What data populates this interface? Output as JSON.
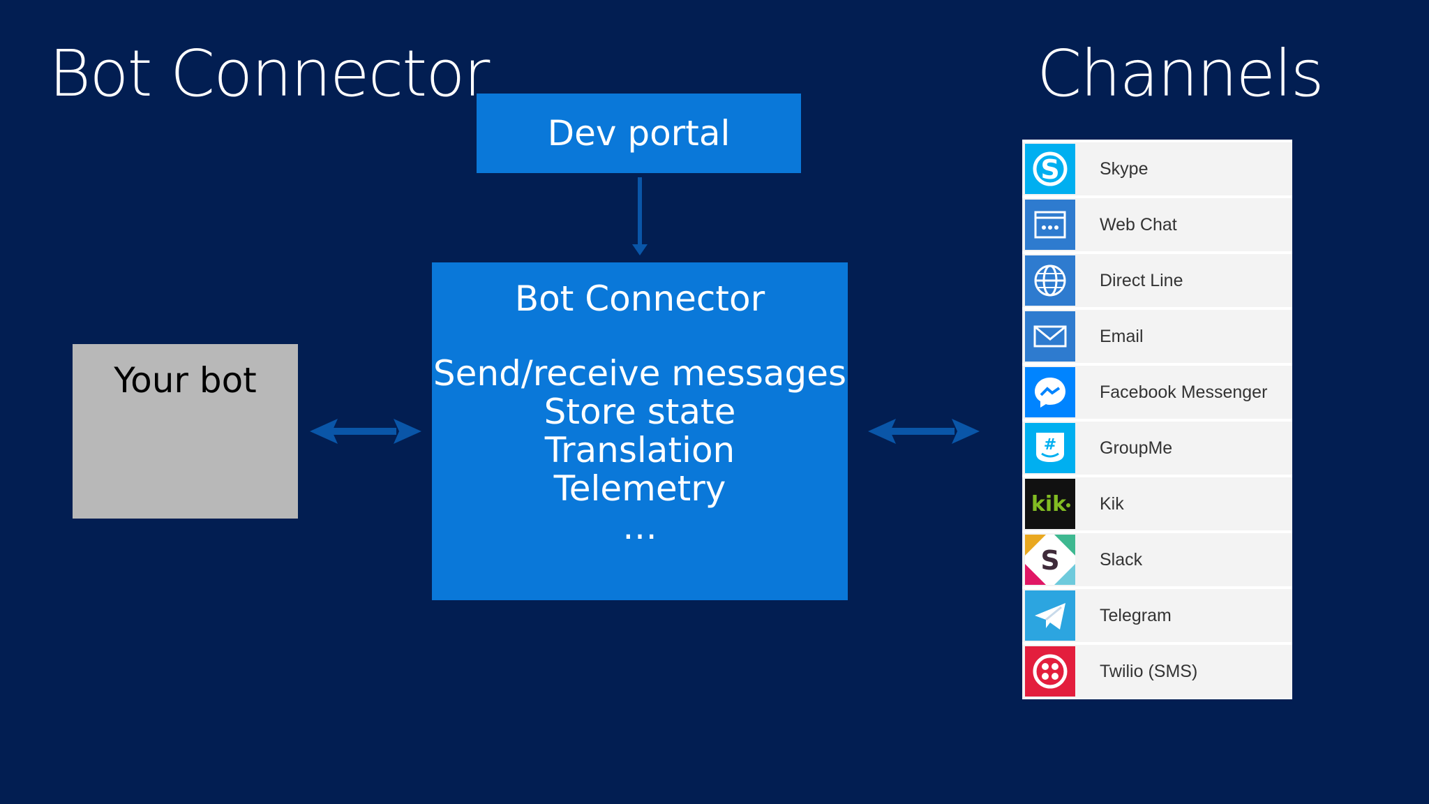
{
  "headings": {
    "left": "Bot Connector",
    "right": "Channels"
  },
  "dev_portal": {
    "label": "Dev portal"
  },
  "bot_connector": {
    "title": "Bot Connector",
    "features": [
      "Send/receive messages",
      "Store state",
      "Translation",
      "Telemetry",
      "…"
    ]
  },
  "your_bot": {
    "label": "Your bot"
  },
  "channels": [
    {
      "label": "Skype",
      "icon": "skype-icon",
      "color": "#00aff0"
    },
    {
      "label": "Web Chat",
      "icon": "web-chat-icon",
      "color": "#2e7bcf"
    },
    {
      "label": "Direct Line",
      "icon": "globe-icon",
      "color": "#2e7bcf"
    },
    {
      "label": "Email",
      "icon": "envelope-icon",
      "color": "#2e7bcf"
    },
    {
      "label": "Facebook Messenger",
      "icon": "messenger-icon",
      "color": "#0084ff"
    },
    {
      "label": "GroupMe",
      "icon": "groupme-icon",
      "color": "#00aff0"
    },
    {
      "label": "Kik",
      "icon": "kik-icon",
      "color": "#111111"
    },
    {
      "label": "Slack",
      "icon": "slack-icon",
      "color": "#ffffff"
    },
    {
      "label": "Telegram",
      "icon": "telegram-icon",
      "color": "#2ca5e0"
    },
    {
      "label": "Twilio (SMS)",
      "icon": "twilio-icon",
      "color": "#e31e3d"
    }
  ],
  "colors": {
    "background": "#021e52",
    "box_blue": "#0a78d9",
    "arrow": "#0a56a8",
    "bot_box": "#b8b8b8"
  }
}
